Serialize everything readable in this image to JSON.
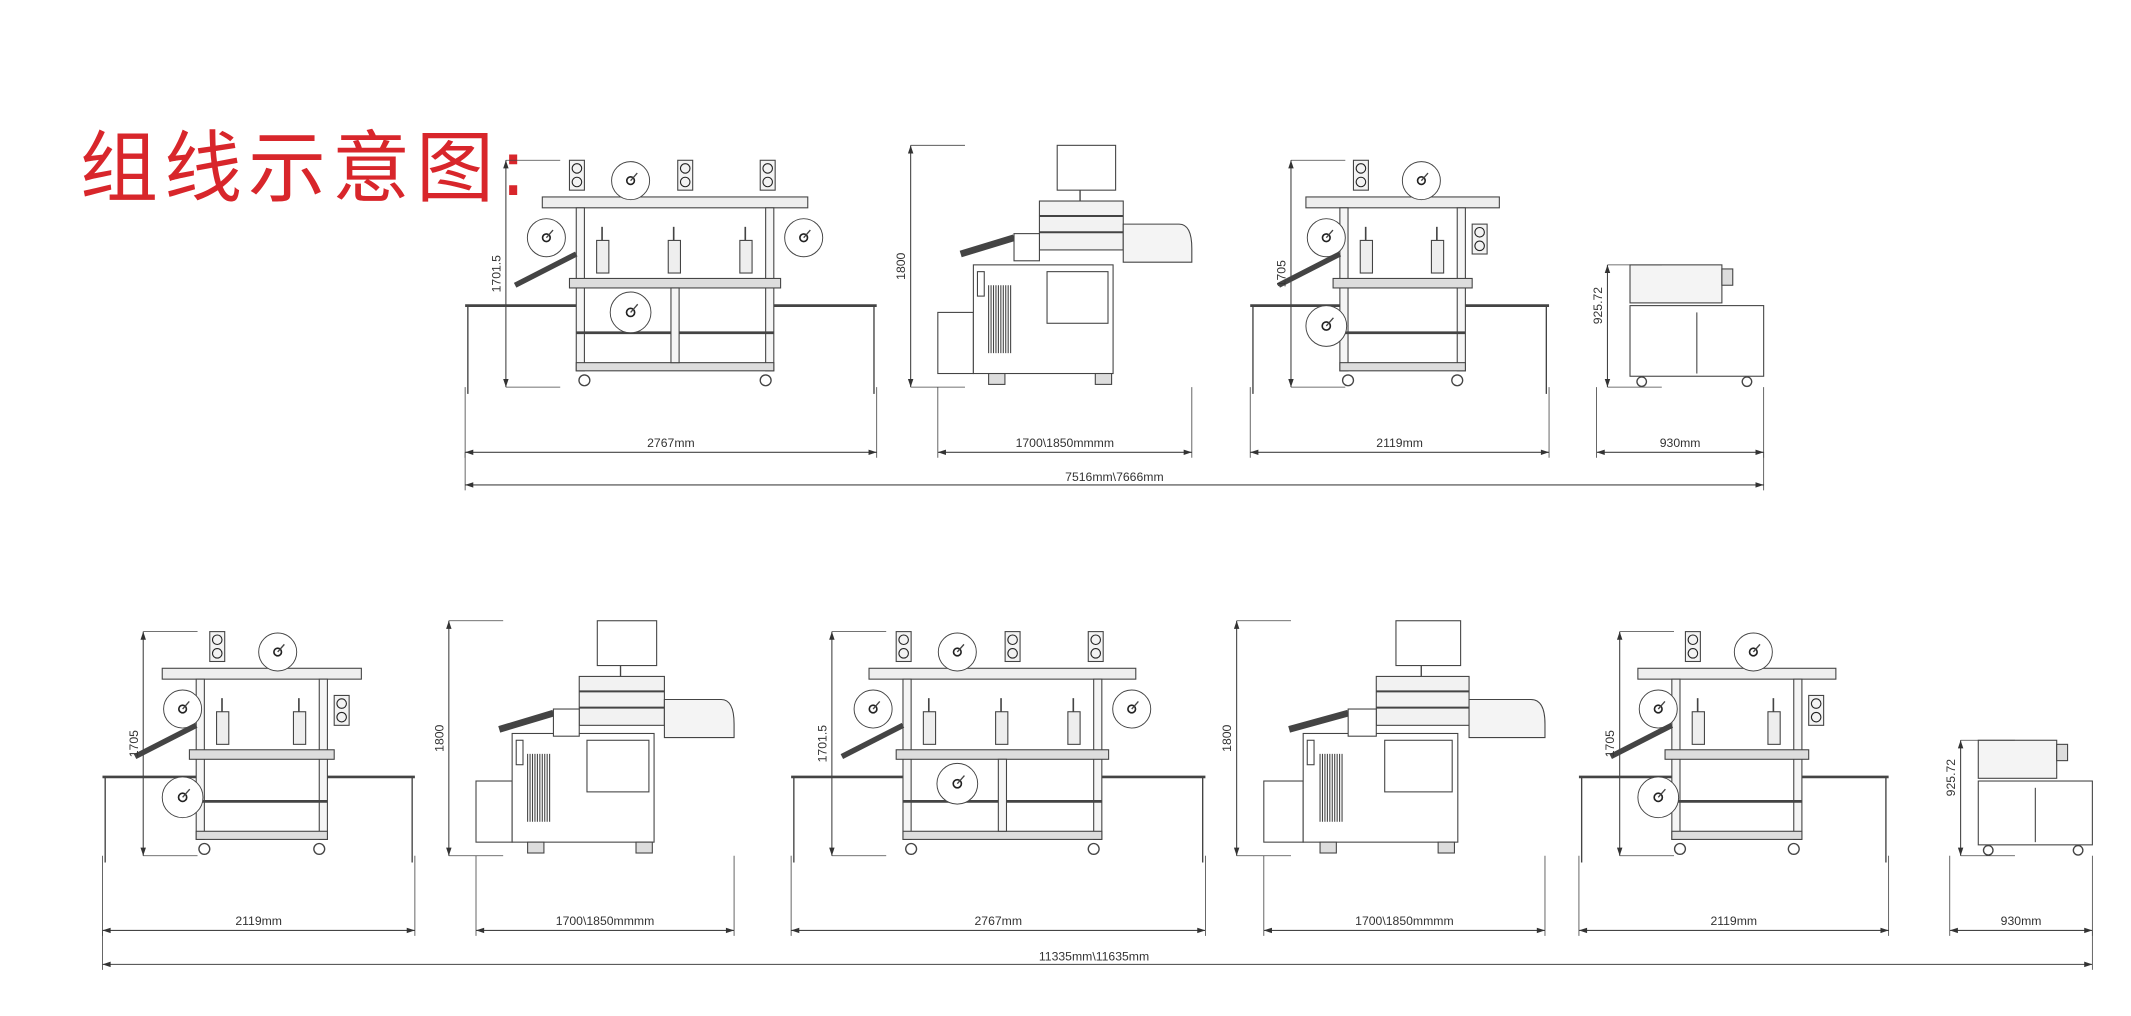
{
  "title": "组线示意图:",
  "colors": {
    "title": "#d8262b",
    "line": "#444444"
  },
  "rows": [
    {
      "overall_label": "7516mm\\7666mm",
      "machines": [
        {
          "type": "laminator-3-station",
          "width_label": "2767mm",
          "height_label": "1701.5"
        },
        {
          "type": "die-cutter",
          "width_label": "1700\\1850mmmm",
          "height_label": "1800"
        },
        {
          "type": "laminator-2-station",
          "width_label": "2119mm",
          "height_label": "1705"
        },
        {
          "type": "sheet-cabinet",
          "width_label": "930mm",
          "height_label": "925.72"
        }
      ]
    },
    {
      "overall_label": "11335mm\\11635mm",
      "machines": [
        {
          "type": "laminator-2-station",
          "width_label": "2119mm",
          "height_label": "1705"
        },
        {
          "type": "die-cutter",
          "width_label": "1700\\1850mmmm",
          "height_label": "1800"
        },
        {
          "type": "laminator-3-station",
          "width_label": "2767mm",
          "height_label": "1701.5"
        },
        {
          "type": "die-cutter",
          "width_label": "1700\\1850mmmm",
          "height_label": "1800"
        },
        {
          "type": "laminator-2-station",
          "width_label": "2119mm",
          "height_label": "1705"
        },
        {
          "type": "sheet-cabinet",
          "width_label": "930mm",
          "height_label": "925.72"
        }
      ]
    }
  ]
}
